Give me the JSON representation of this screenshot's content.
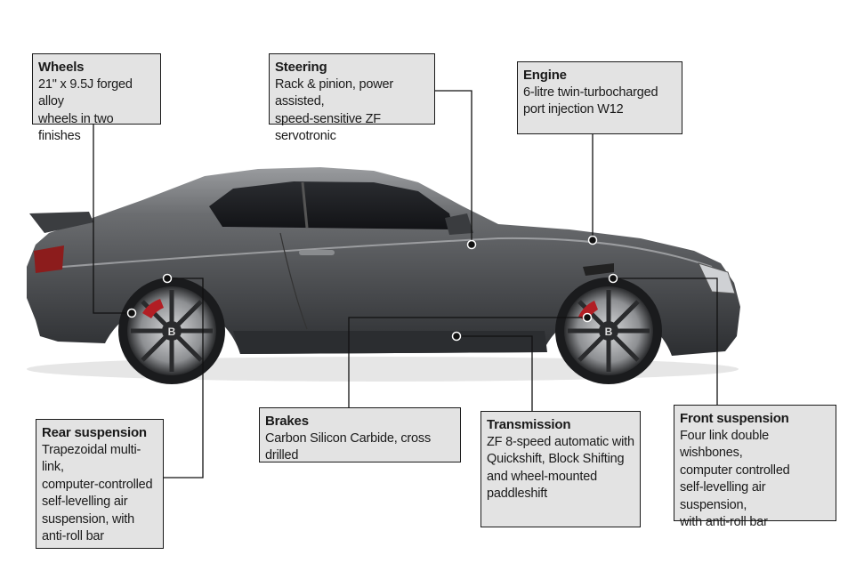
{
  "callouts": {
    "wheels": {
      "title": "Wheels",
      "text": "21\" x 9.5J forged alloy\nwheels in two finishes"
    },
    "steering": {
      "title": "Steering",
      "text": "Rack & pinion, power assisted,\nspeed-sensitive ZF servotronic"
    },
    "engine": {
      "title": "Engine",
      "text": "6-litre twin-turbocharged\nport injection W12"
    },
    "rear_suspension": {
      "title": "Rear suspension",
      "text": "Trapezoidal multi-link,\ncomputer-controlled\nself-levelling air\nsuspension, with\nanti-roll bar"
    },
    "brakes": {
      "title": "Brakes",
      "text": "Carbon Silicon Carbide, cross drilled"
    },
    "transmission": {
      "title": "Transmission",
      "text": "ZF 8-speed automatic with\nQuickshift, Block Shifting\nand wheel-mounted\npaddleshift"
    },
    "front_suspension": {
      "title": "Front suspension",
      "text": "Four link double wishbones,\ncomputer controlled\nself-levelling air suspension,\nwith anti-roll bar"
    }
  },
  "colors": {
    "body": "#55575a",
    "body_dark": "#2e3033",
    "glass": "#1c1e21",
    "box_fill": "#e3e3e3",
    "taillight": "#8c1c1c",
    "caliper": "#b21e24"
  },
  "badge_letter": "B"
}
